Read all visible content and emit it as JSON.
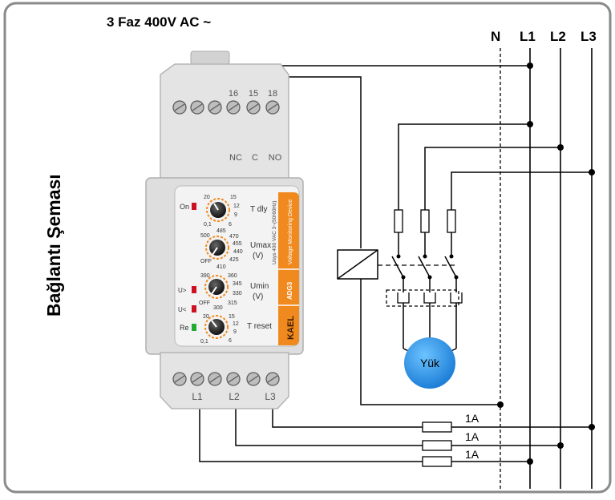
{
  "header": {
    "supply_label": "3 Faz 400V AC ~"
  },
  "side_title": "Bağlantı Şeması",
  "busbars": {
    "n": "N",
    "l1": "L1",
    "l2": "L2",
    "l3": "L3"
  },
  "device": {
    "top_terminals": [
      "16",
      "15",
      "18"
    ],
    "contact_labels": [
      "NC",
      "C",
      "NO"
    ],
    "bottom_terminals": [
      "L1",
      "L2",
      "L3"
    ],
    "brand": "KAEL",
    "model": "ADG3",
    "product_name": "Voltage Monitoring Device",
    "rating": "Usys 400 VAC 3~(50/60Hz)",
    "leds": {
      "on": "On",
      "umax": "U>",
      "umin": "U<",
      "reset": "Re"
    },
    "knobs": {
      "tdly": {
        "label": "T dly",
        "scale": [
          "20",
          "15",
          "12",
          "9",
          "6",
          "0,1"
        ]
      },
      "umax": {
        "label": "Umax",
        "unit": "(V)",
        "scale": [
          "500",
          "485",
          "470",
          "455",
          "440",
          "425",
          "410",
          "OFF"
        ]
      },
      "umin": {
        "label": "Umin",
        "unit": "(V)",
        "scale": [
          "390",
          "360",
          "345",
          "330",
          "315",
          "300",
          "OFF"
        ]
      },
      "treset": {
        "label": "T reset",
        "scale": [
          "20",
          "15",
          "12",
          "9",
          "6",
          "0,1"
        ]
      }
    }
  },
  "fuses": [
    "1A",
    "1A",
    "1A"
  ],
  "load_label": "Yük",
  "colors": {
    "frame": "#8a8a8a",
    "wire": "#000000",
    "device_body": "#e3e3e3",
    "front_panel": "#f1f1f1",
    "brand_strip": "#f08a1e",
    "load": "#3399ee",
    "led_red": "#cc1122",
    "led_green": "#22aa33"
  }
}
